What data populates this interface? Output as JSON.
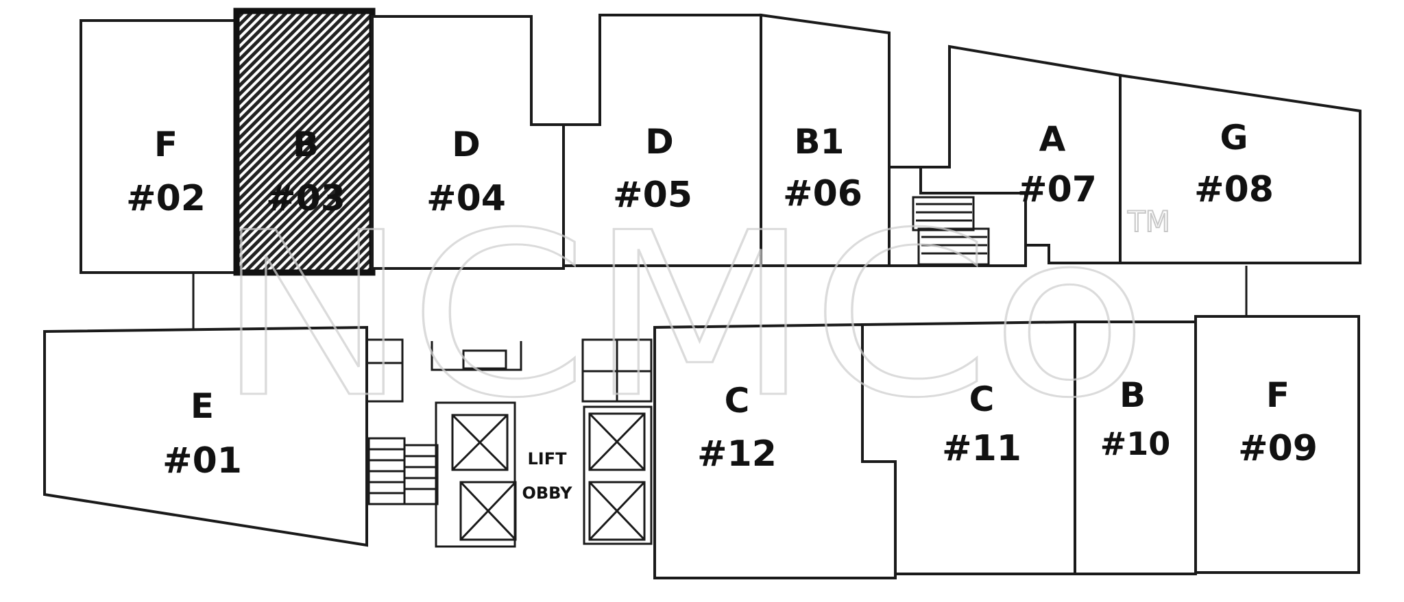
{
  "units": [
    {
      "id": "u02",
      "type": "F",
      "number": "#02"
    },
    {
      "id": "u03",
      "type": "B",
      "number": "#03",
      "highlighted": true
    },
    {
      "id": "u04",
      "type": "D",
      "number": "#04"
    },
    {
      "id": "u05",
      "type": "D",
      "number": "#05"
    },
    {
      "id": "u06",
      "type": "B1",
      "number": "#06"
    },
    {
      "id": "u07",
      "type": "A",
      "number": "#07"
    },
    {
      "id": "u08",
      "type": "G",
      "number": "#08"
    },
    {
      "id": "u01",
      "type": "E",
      "number": "#01"
    },
    {
      "id": "u12",
      "type": "C",
      "number": "#12"
    },
    {
      "id": "u11",
      "type": "C",
      "number": "#11"
    },
    {
      "id": "u10",
      "type": "B",
      "number": "#10"
    },
    {
      "id": "u09",
      "type": "F",
      "number": "#09"
    }
  ],
  "lift_label": {
    "line1": "LIFT",
    "line2": "OBBY"
  },
  "watermark": {
    "text": "NCMCo",
    "tm": "TM"
  },
  "colors": {
    "line": "#1a1a1a",
    "highlight_hatch": "#222222",
    "watermark": "#cfcfcf"
  }
}
